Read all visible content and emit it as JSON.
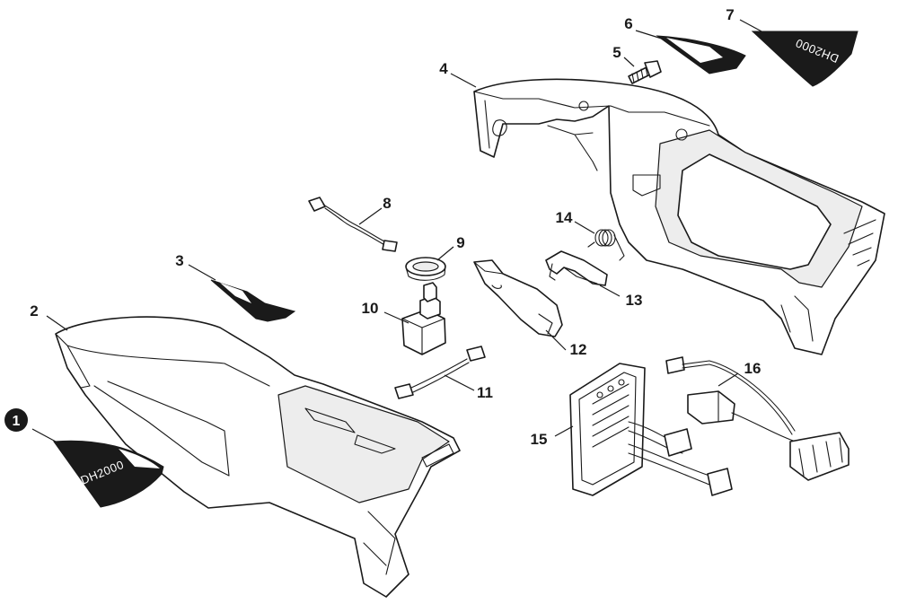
{
  "callouts": [
    "1",
    "2",
    "3",
    "4",
    "5",
    "6",
    "7",
    "8",
    "9",
    "10",
    "11",
    "12",
    "13",
    "14",
    "15",
    "16"
  ],
  "decal_text": "DH2000",
  "colors": {
    "line": "#1a1a1a",
    "background": "#ffffff"
  }
}
